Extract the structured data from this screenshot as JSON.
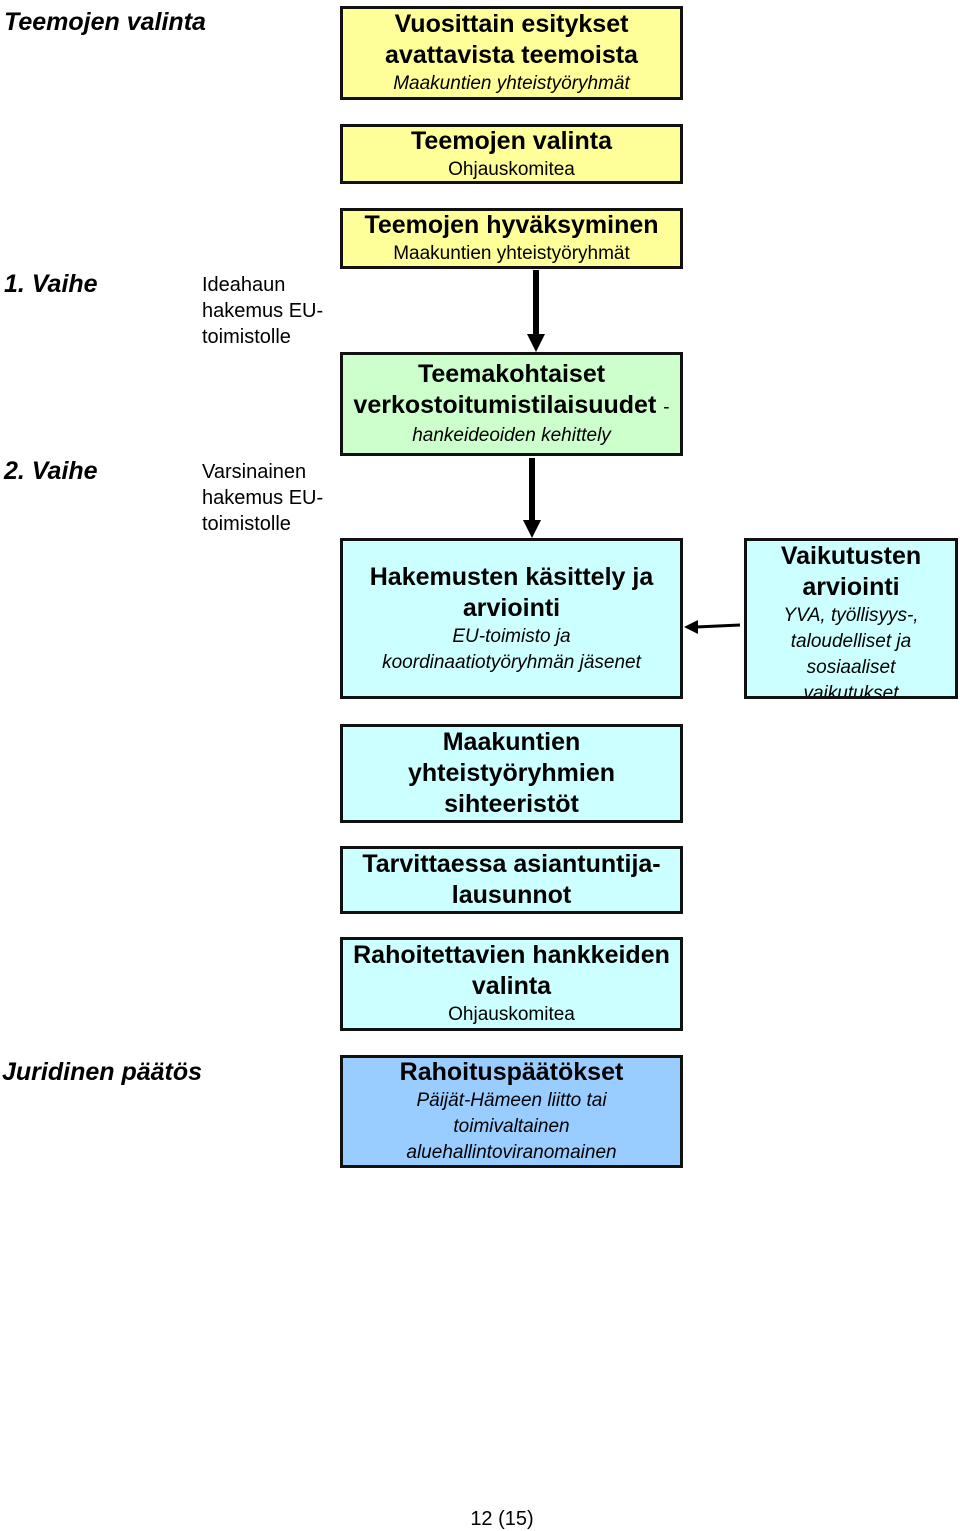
{
  "left": {
    "theme_selection": "Teemojen valinta",
    "phase1": "1. Vaihe",
    "phase1_desc": [
      "Ideahaun",
      "hakemus EU-",
      "toimistolle"
    ],
    "phase2": "2. Vaihe",
    "phase2_desc": [
      "Varsinainen",
      "hakemus EU-",
      "toimistolle"
    ],
    "legal_decision": "Juridinen päätös"
  },
  "boxes": {
    "b1": {
      "title": [
        "Vuosittain esitykset",
        "avattavista teemoista"
      ],
      "sub": [
        "Maakuntien yhteistyöryhmät"
      ]
    },
    "b2": {
      "title": [
        "Teemojen valinta"
      ],
      "sub": [
        "Ohjauskomitea"
      ]
    },
    "b3": {
      "title": [
        "Teemojen hyväksyminen"
      ],
      "sub": [
        "Maakuntien yhteistyöryhmät"
      ]
    },
    "b4": {
      "title": [
        "Teemakohtaiset",
        "verkostoitumistilaisuudet"
      ],
      "dash": "-",
      "sub": [
        "hankeideoiden kehittely"
      ]
    },
    "b5": {
      "title": [
        "Hakemusten käsittely ja",
        "arviointi"
      ],
      "sub": [
        "EU-toimisto ja",
        "koordinaatiotyöryhmän jäsenet"
      ]
    },
    "b6": {
      "title": [
        "Vaikutusten",
        "arviointi"
      ],
      "sub": [
        "YVA, työllisyys-,",
        "taloudelliset ja",
        "sosiaaliset",
        "vaikutukset"
      ]
    },
    "b7": {
      "title": [
        "Maakuntien",
        "yhteistyöryhmien",
        "sihteeristöt"
      ]
    },
    "b8": {
      "title": [
        "Tarvittaessa asiantuntija-",
        "lausunnot"
      ]
    },
    "b9": {
      "title": [
        "Rahoitettavien hankkeiden",
        "valinta"
      ],
      "sub": [
        "Ohjauskomitea"
      ]
    },
    "b10": {
      "title": [
        "Rahoituspäätökset"
      ],
      "sub": [
        "Päijät-Hämeen liitto tai",
        "toimivaltainen",
        "aluehallintoviranomainen"
      ]
    }
  },
  "colors": {
    "yellow": "#ffff99",
    "green": "#ccffcc",
    "cyan": "#ccffff",
    "blue": "#99ccff"
  },
  "page_number": "12 (15)"
}
